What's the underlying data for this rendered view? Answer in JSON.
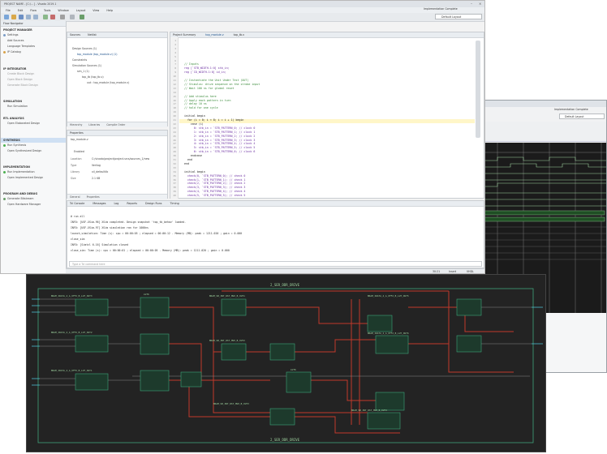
{
  "main_window": {
    "title": "PROJECT NAME - [C:/... ] - Vivado 2019.1",
    "quick_access": "Implementation Complete",
    "layout": "Default Layout",
    "menus": [
      "File",
      "Edit",
      "Flow",
      "Tools",
      "Window",
      "Layout",
      "View",
      "Help"
    ]
  },
  "flow_navigator": {
    "title": "Flow Navigator",
    "sections": [
      {
        "label": "PROJECT MANAGER",
        "items": [
          "Settings",
          "Add Sources",
          "Language Templates",
          "IP Catalog"
        ]
      },
      {
        "label": "IP INTEGRATOR",
        "items": [
          "Create Block Design",
          "Open Block Design",
          "Generate Block Design"
        ]
      },
      {
        "label": "SIMULATION",
        "items": [
          "Run Simulation"
        ]
      },
      {
        "label": "RTL ANALYSIS",
        "items": [
          "Open Elaborated Design"
        ]
      },
      {
        "label": "SYNTHESIS",
        "items": [
          "Run Synthesis",
          "Open Synthesized Design"
        ]
      },
      {
        "label": "IMPLEMENTATION",
        "items": [
          "Run Implementation",
          "Open Implemented Design"
        ]
      },
      {
        "label": "PROGRAM AND DEBUG",
        "items": [
          "Generate Bitstream",
          "Open Hardware Manager"
        ]
      }
    ]
  },
  "sources": {
    "title": "Sources",
    "tab2": "Netlist",
    "tree": [
      "Design Sources (1)",
      "top_module (top_module.v) (1)",
      "Constraints",
      "Simulation Sources (1)",
      "sim_1 (1)",
      "top_tb (top_tb.v)",
      "uut : top_module (top_module.v)"
    ],
    "tabs": [
      "Hierarchy",
      "Libraries",
      "Compile Order"
    ]
  },
  "properties": {
    "title": "Properties",
    "object": "top_module.v",
    "enabled": "Enabled",
    "rows": [
      {
        "k": "Location",
        "v": "C:/vivado/project/project.srcs/sources_1/new"
      },
      {
        "k": "Type",
        "v": "Verilog"
      },
      {
        "k": "Library",
        "v": "xil_defaultlib"
      },
      {
        "k": "Size",
        "v": "2.1 KB"
      }
    ],
    "tabs": [
      "General",
      "Properties"
    ]
  },
  "editor": {
    "tabs": [
      "Project Summary",
      "top_module.v",
      "top_tb.v"
    ],
    "lines": [
      "",
      "",
      "",
      "",
      "",
      "",
      "  // Inputs",
      "  reg [`STB_WIDTH-1:0] stb_in;",
      "  reg [`ID_WIDTH-1:0] id_in;",
      "",
      "  // Instantiate the Unit Under Test (UUT)",
      "  // Stimulus: drive sequence on the strobe input",
      "  // Wait 100 ns for global reset",
      "",
      "  // Add stimulus here",
      "  // Apply each pattern in turn",
      "  // delay 10 ns",
      "  // hold for one cycle",
      "",
      "  initial begin",
      "    for (i = 0; i < 8; i = i + 1) begin",
      "      case (i)",
      "        0: stb_in = `STB_PATTERN_0; // clock 0",
      "        1: stb_in = `STB_PATTERN_1; // clock 1",
      "        2: stb_in = `STB_PATTERN_2; // clock 2",
      "        3: stb_in = `STB_PATTERN_3; // clock 3",
      "        4: stb_in = `STB_PATTERN_4; // clock 4",
      "        5: stb_in = `STB_PATTERN_5; // clock 5",
      "        6: stb_in = `STB_PATTERN_6; // clock 6",
      "      endcase",
      "    end",
      "  end",
      "",
      "  initial begin",
      "    check(0, `STB_PATTERN_0); // check 0",
      "    check(1, `STB_PATTERN_1); // check 1",
      "    check(2, `STB_PATTERN_2); // check 2",
      "    check(3, `STB_PATTERN_3); // check 3",
      "    check(4, `STB_PATTERN_4); // check 4",
      "    check(5, `STB_PATTERN_5); // check 5"
    ]
  },
  "console": {
    "tabs": [
      "Tcl Console",
      "Messages",
      "Log",
      "Reports",
      "Design Runs",
      "Timing"
    ],
    "lines": [
      "",
      "# run all",
      "INFO: [USF-XSim-96] XSim completed. Design snapshot 'top_tb_behav' loaded.",
      "INFO: [USF-XSim-97] XSim simulation ran for 1000ns",
      "launch_simulation: Time (s): cpu = 00:00:05 ; elapsed = 00:00:12 . Memory (MB): peak = 1211.020 ; gain = 0.000",
      "close_sim",
      "INFO: [Simtcl 6-16] Simulation closed",
      "close_sim: Time (s): cpu = 00:00:01 ; elapsed = 00:00:05 . Memory (MB): peak = 1211.020 ; gain = 0.000"
    ],
    "input_placeholder": "Type a Tcl command here"
  },
  "status": {
    "pos": "30:21",
    "mode": "Insert",
    "enc": "VHDL"
  },
  "timing_window": {
    "quick_access": "Implementation Complete",
    "layout": "Default Layout"
  },
  "schematic": {
    "top_label": "2_SER_DDR_DRIVE",
    "bottom_label": "2_SER_DDR_DRIVE",
    "cell_labels": [
      "BRAM_IDATA_4_A_OFF2_B_LUT_OUT3",
      "BRAM_IDATA_4_A_OFF2_B_LUT_OUT2",
      "BRAM_IDATA_4_A_OFF2_B_LUT_OUT1",
      "BRAM_SB_INT_RST_MUX_B_OUT1",
      "BRAM_SB_INT_RST_MUX_B_OUT2",
      "BRAM_SB_INT_RST_MUX_B_OUT3",
      "BRAM_IDATA_4_A_OFF2_B_LUT_OUT5",
      "BRAM_IDATA_4_A_OFF2_B_LUT_OUT6",
      "BRAM_SB_INT_RST_MUX_B_OUT4"
    ],
    "lut_label": "LUT6"
  },
  "colors": {
    "schematic_bg": "#232323",
    "net": "#c0392b",
    "cell": "#3fa37a",
    "bus": "#e05a5a"
  }
}
